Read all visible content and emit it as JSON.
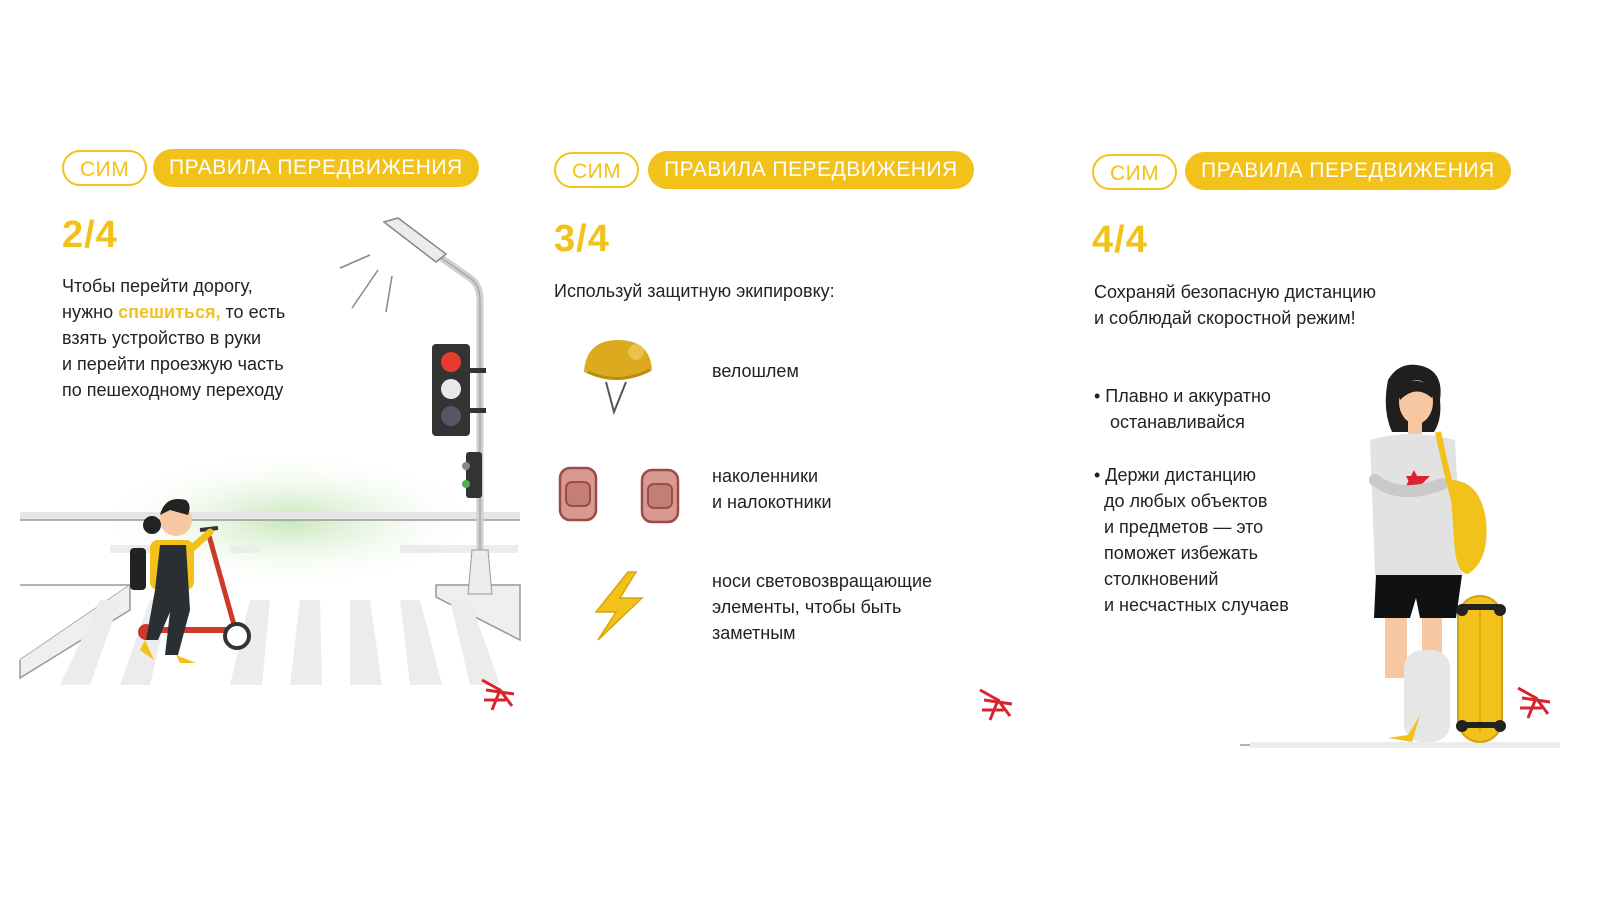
{
  "panels": [
    {
      "tag_left": "СИМ",
      "tag_right": "ПРАВИЛА ПЕРЕДВИЖЕНИЯ",
      "step": "2/4",
      "text_lines": [
        "Чтобы перейти дорогу,",
        "то есть",
        "взять устройство в руки",
        "и перейти проезжую часть",
        "по пешеходному переходу"
      ],
      "text_prefix": "нужно ",
      "text_highlight": "спешиться,",
      "icons": [
        "street-lamp-icon",
        "traffic-light-icon",
        "girl-with-scooter-icon",
        "logo-icon"
      ]
    },
    {
      "tag_left": "СИМ",
      "tag_right": "ПРАВИЛА ПЕРЕДВИЖЕНИЯ",
      "step": "3/4",
      "intro": "Используй защитную экипировку:",
      "items": [
        {
          "icon": "helmet-icon",
          "lines": [
            "велошлем"
          ]
        },
        {
          "icon": "knee-pads-icon",
          "lines": [
            "наколенники",
            "и налокотники"
          ]
        },
        {
          "icon": "lightning-icon",
          "lines": [
            "носи световозвращающие",
            "элементы, чтобы быть",
            "заметным"
          ]
        }
      ]
    },
    {
      "tag_left": "СИМ",
      "tag_right": "ПРАВИЛА ПЕРЕДВИЖЕНИЯ",
      "step": "4/4",
      "intro_lines": [
        "Сохраняй безопасную дистанцию",
        "и соблюдай скоростной режим!"
      ],
      "bullets": [
        [
          "• Плавно и аккуратно",
          "останавливайся"
        ],
        [
          "• Держи дистанцию",
          "до любых объектов",
          "и предметов — это",
          "поможет избежать",
          "столкновений",
          "и несчастных случаев"
        ]
      ]
    }
  ],
  "colors": {
    "accent": "#f2c21b",
    "text": "#222222",
    "logo": "#d9232e"
  }
}
